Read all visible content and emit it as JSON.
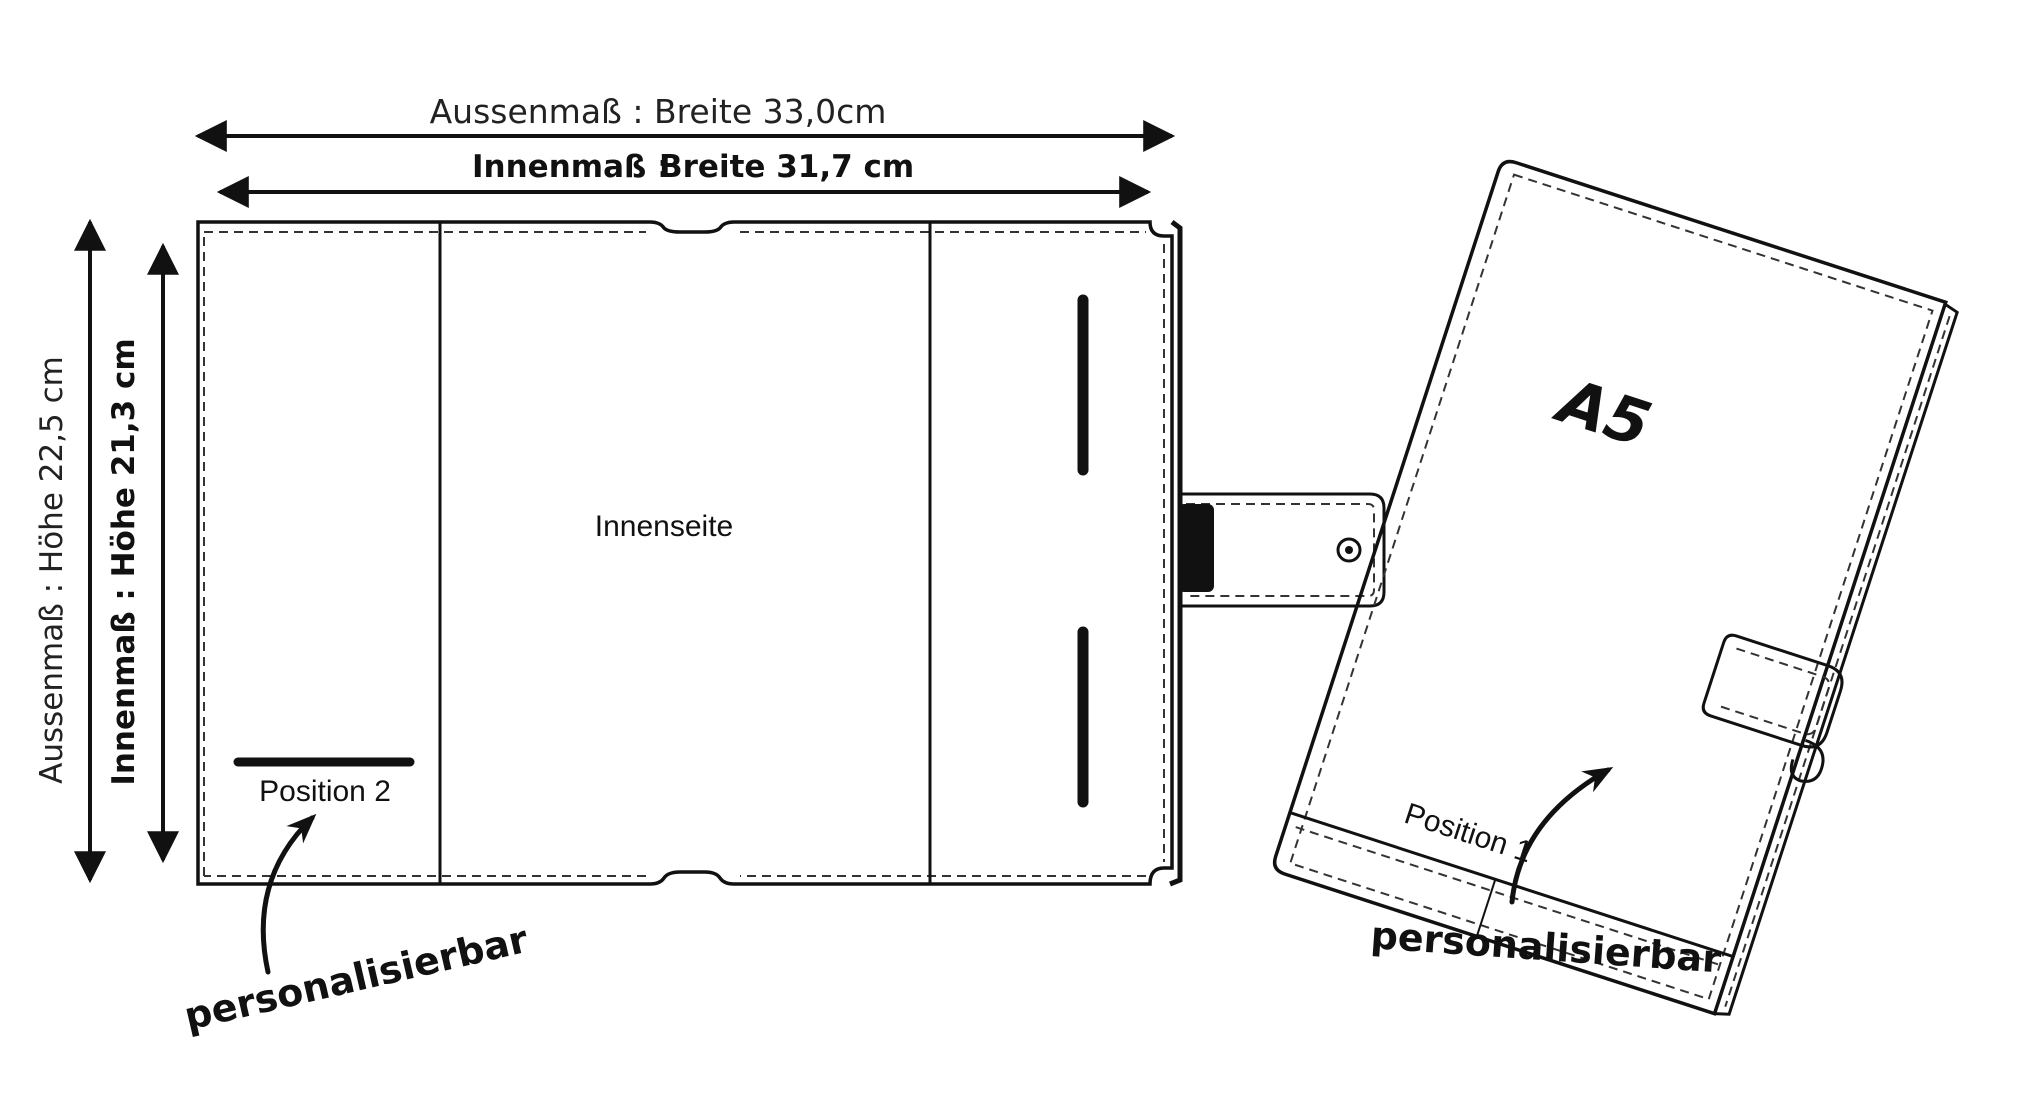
{
  "dimensions": {
    "outer_width": "Aussenmaß : Breite 33,0cm",
    "inner_width_label": "Innenmaß :",
    "inner_width_value": "Breite 31,7 cm",
    "outer_height": "Aussenmaß : Höhe 22,5 cm",
    "inner_height": "Innenmaß : Höhe 21,3 cm"
  },
  "inside_view": {
    "center_label": "Innenseite",
    "position_label": "Position 2",
    "callout": "personalisierbar"
  },
  "closed_view": {
    "format_label": "A5",
    "position_label": "Position 1",
    "callout": "personalisierbar"
  },
  "colors": {
    "ink": "#111111",
    "background": "#ffffff"
  }
}
